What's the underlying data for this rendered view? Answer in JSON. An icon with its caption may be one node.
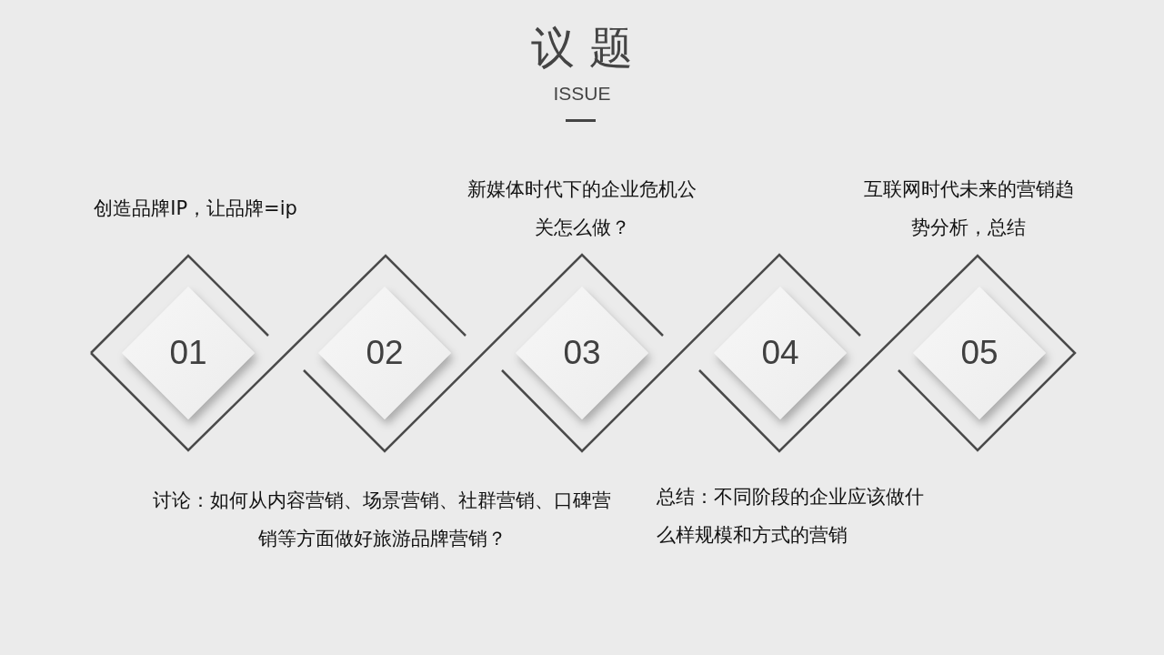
{
  "diagram": {
    "title": "议 题",
    "nodes": [
      {
        "text": [
          "01"
        ],
        "beside": [
          "创造品牌IP，让品牌=ip"
        ]
      },
      {
        "text": [
          "02"
        ],
        "beside": [
          "讨论：如何从内容营销、场景营销、社群营销、口碑营销等方面做好旅游品牌营销？"
        ]
      },
      {
        "text": [
          "03"
        ],
        "beside": [
          "新媒体时代下的企业危机公关怎么做？"
        ]
      },
      {
        "text": [
          "04"
        ],
        "beside": [
          "总结：不同阶段的企业应该做什么样规模和方式的营销"
        ]
      },
      {
        "text": [
          "05"
        ],
        "beside": [
          "互联网时代未来的营销趋势分析，总结"
        ]
      }
    ],
    "labels": [
      "ISSUE"
    ]
  }
}
